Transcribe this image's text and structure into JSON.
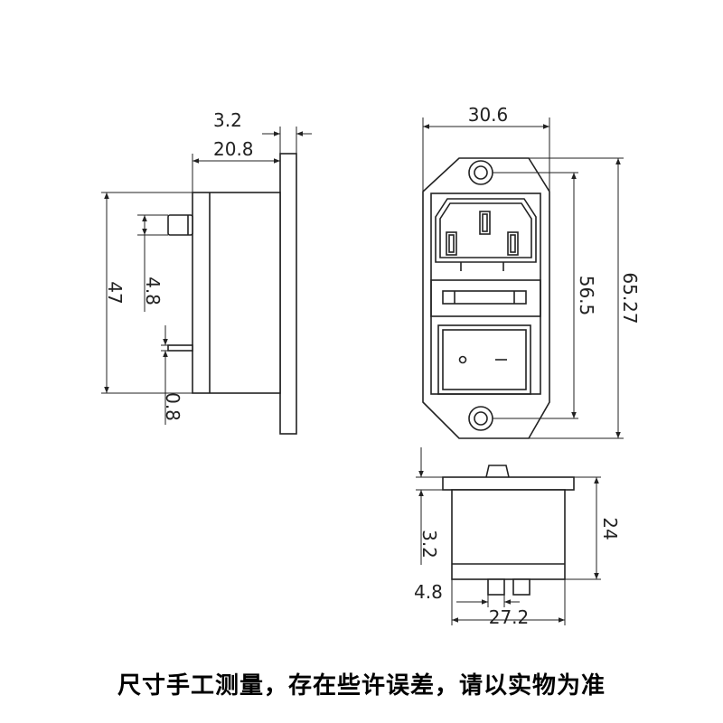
{
  "dimensions": {
    "side_plate_thickness": "3.2",
    "side_depth": "20.8",
    "side_total_height": "47",
    "side_pin_offset": "4.8",
    "side_pin_thickness": "0.8",
    "front_width": "30.6",
    "front_hole_spacing": "56.5",
    "front_total_height": "65.27",
    "bottom_switch_height": "3.2",
    "bottom_depth": "24",
    "bottom_pin_offset": "4.8",
    "bottom_width": "27.2"
  },
  "caption": "尺寸手工测量，存在些许误差，请以实物为准"
}
